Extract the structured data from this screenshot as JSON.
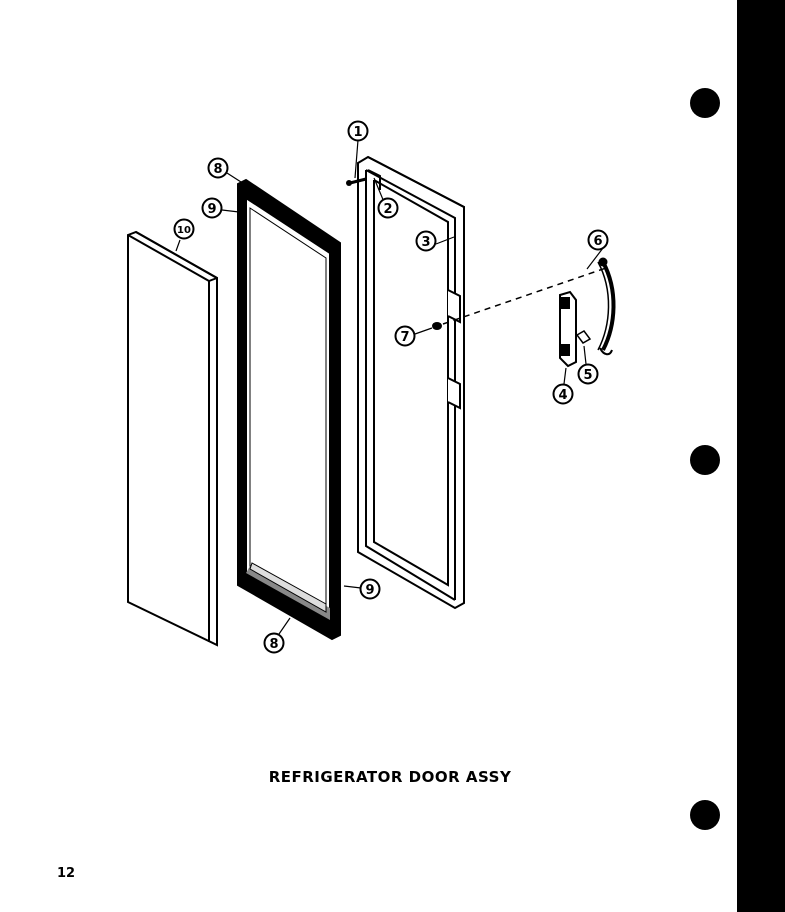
{
  "title": "REFRIGERATOR DOOR ASSY",
  "page_number": "12",
  "callouts": [
    "1",
    "2",
    "3",
    "4",
    "5",
    "6",
    "7",
    "8",
    "9",
    "10",
    "9",
    "8"
  ],
  "colors": {
    "ink": "#000000",
    "paper": "#ffffff"
  }
}
